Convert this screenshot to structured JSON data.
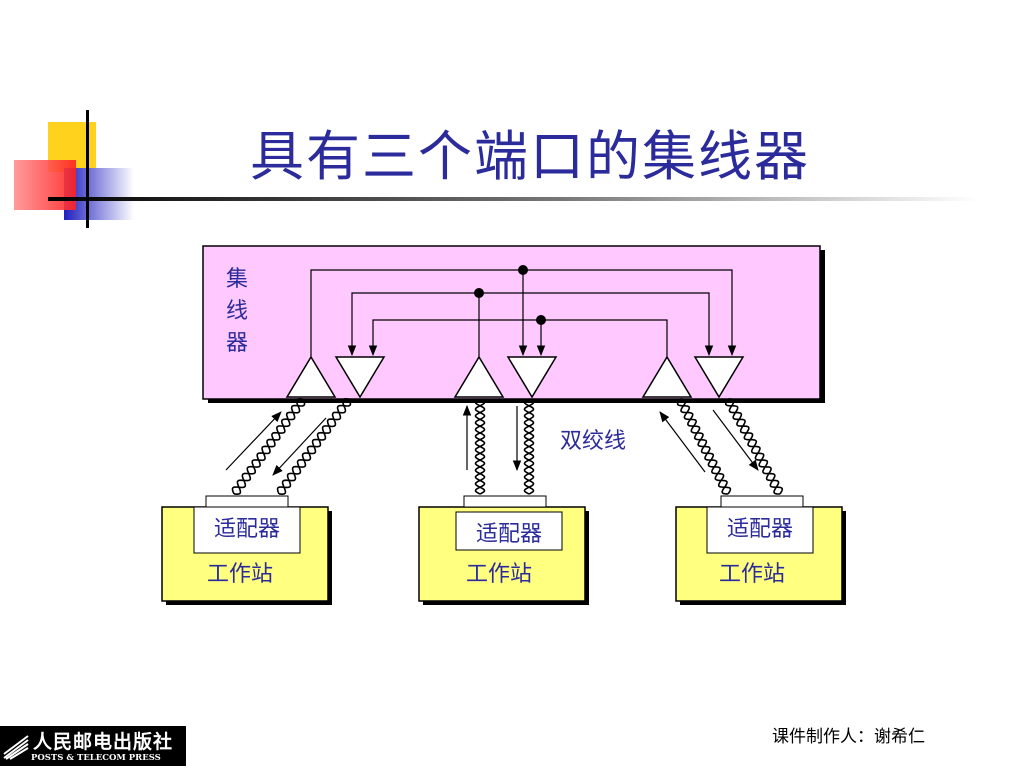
{
  "title": "具有三个端口的集线器",
  "hub": {
    "label_chars": [
      "集",
      "线",
      "器"
    ]
  },
  "cable_label": "双绞线",
  "stations": [
    {
      "adapter": "适配器",
      "name": "工作站"
    },
    {
      "adapter": "适配器",
      "name": "工作站"
    },
    {
      "adapter": "适配器",
      "name": "工作站"
    }
  ],
  "footer": {
    "credit": "课件制作人：谢希仁"
  },
  "publisher": {
    "name_cn": "人民邮电出版社",
    "name_en": "POSTS & TELECOM PRESS"
  },
  "colors": {
    "title": "#2b2b9b",
    "hub_fill": "#ffc8ff",
    "station_fill": "#ffff80",
    "label": "#2b2b9b"
  }
}
